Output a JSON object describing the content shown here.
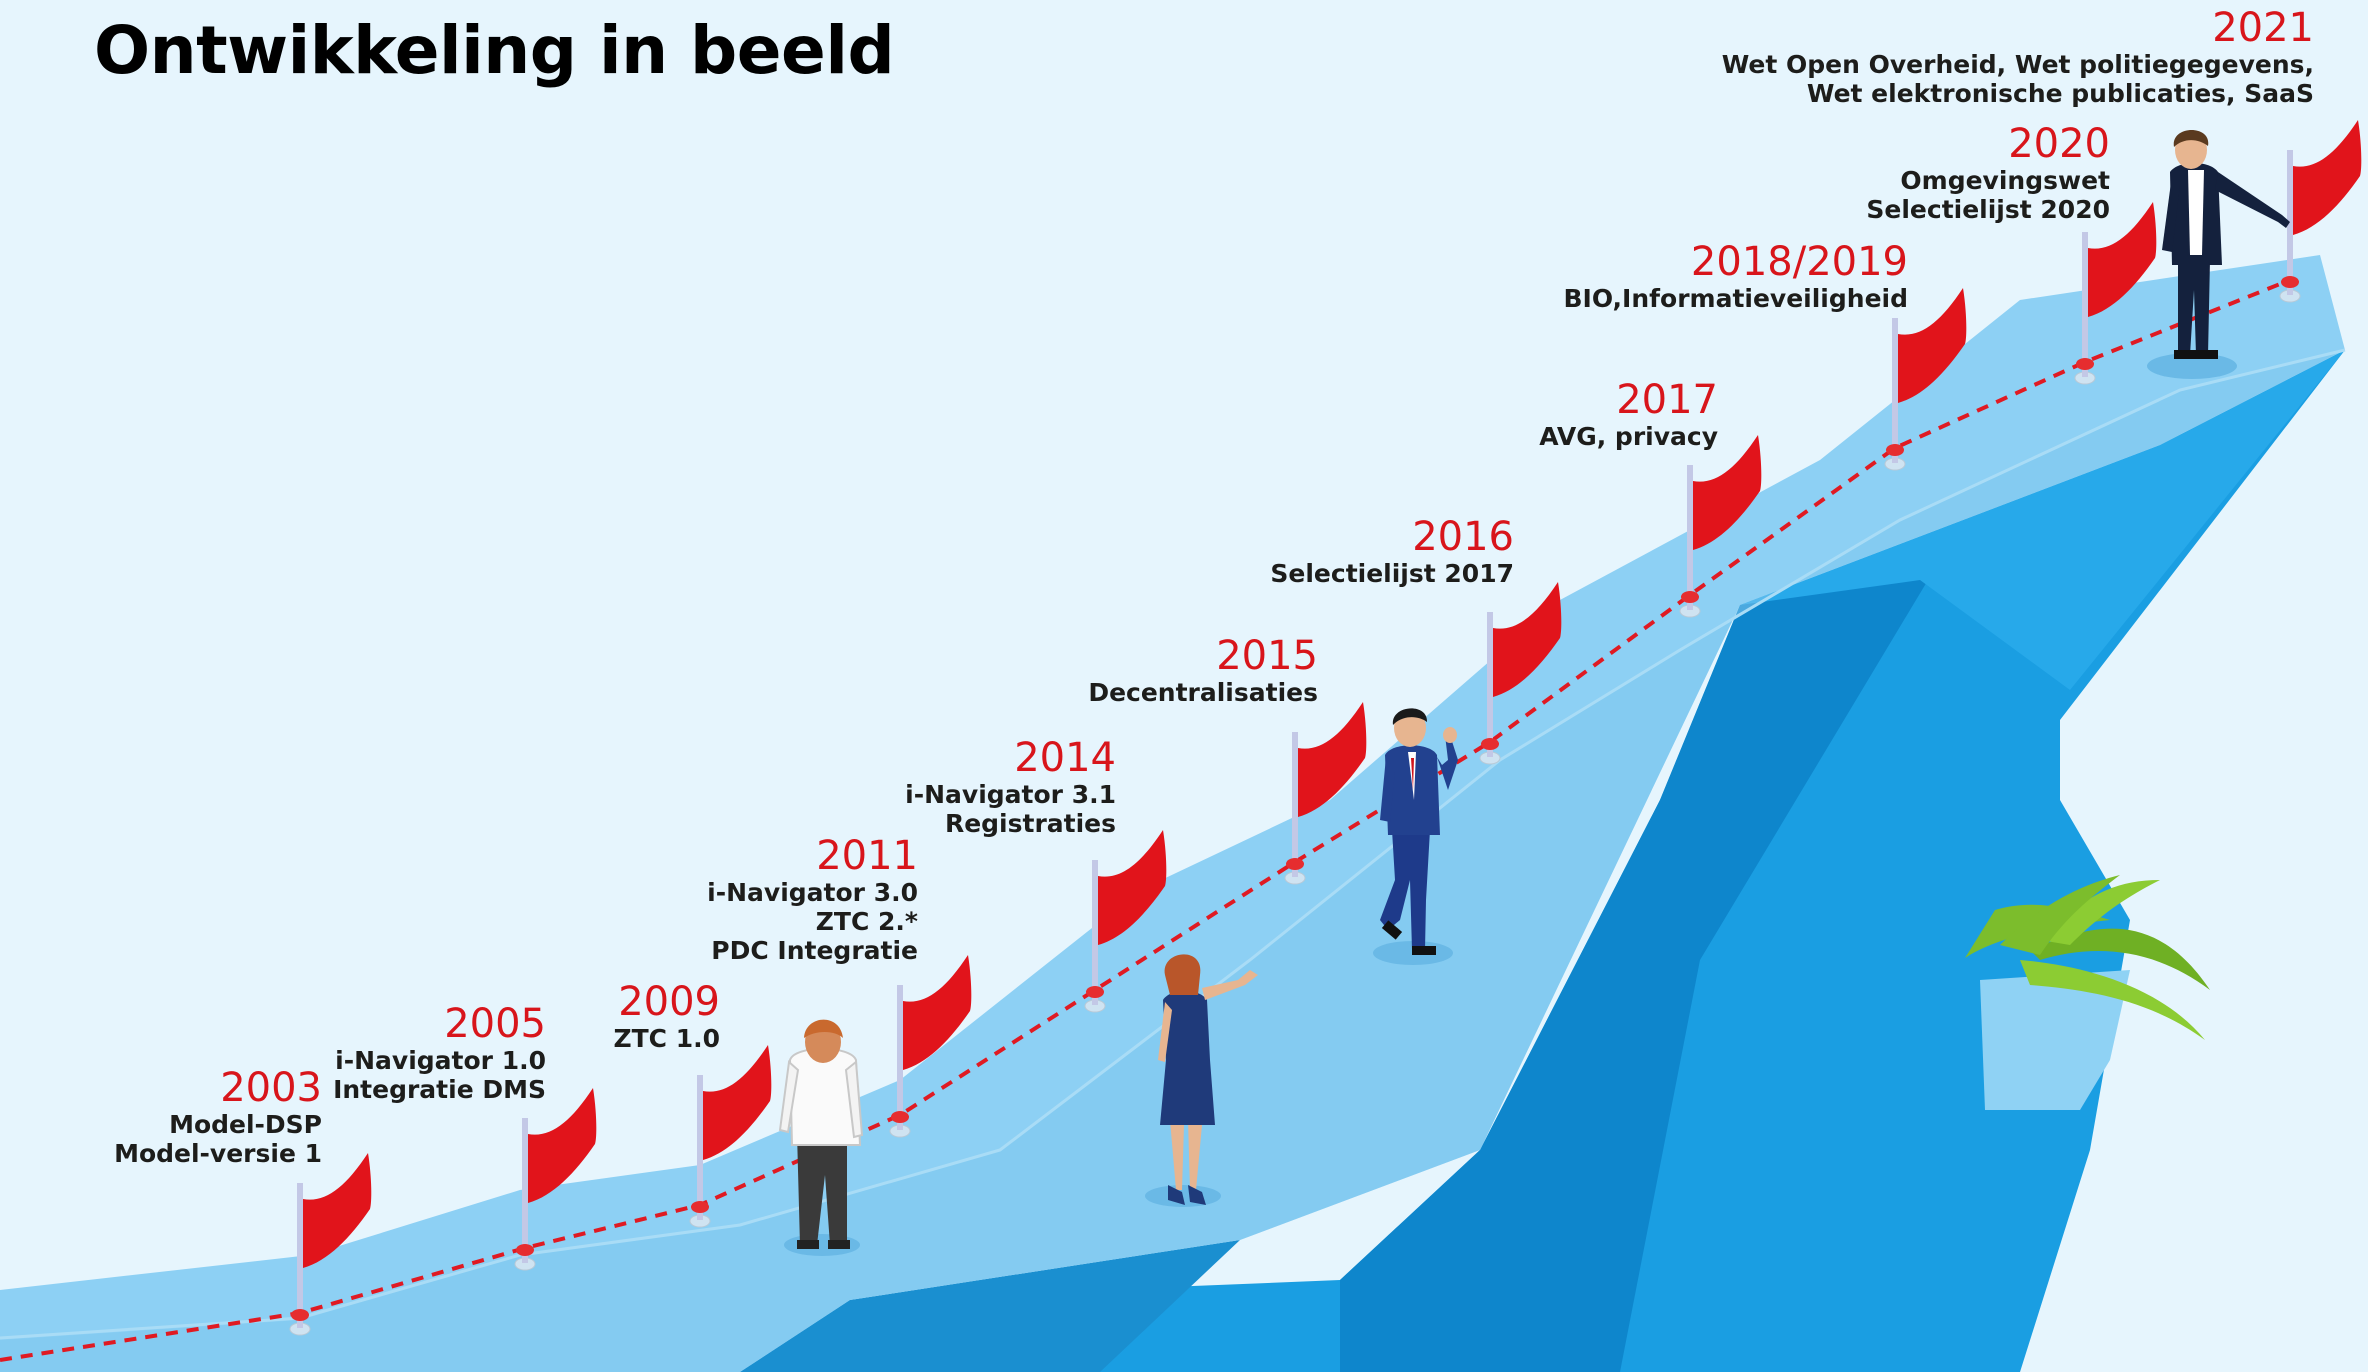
{
  "title": "Ontwikkeling in beeld",
  "colors": {
    "background": "#e6f5fd",
    "path_top": "#8dd0f4",
    "cliff": "#1a9ee2",
    "cliff_dark": "#0d84c9",
    "flag": "#e1141b",
    "year_text": "#d8151b",
    "dashed_route": "#e01a22",
    "plant": "#7cbd2c"
  },
  "milestones": [
    {
      "year": "2003",
      "lines": [
        "Model-DSP",
        "Model-versie 1"
      ]
    },
    {
      "year": "2005",
      "lines": [
        "i-Navigator 1.0",
        "Integratie DMS"
      ]
    },
    {
      "year": "2009",
      "lines": [
        "ZTC 1.0"
      ]
    },
    {
      "year": "2011",
      "lines": [
        "i-Navigator 3.0",
        "ZTC 2.*",
        "PDC Integratie"
      ]
    },
    {
      "year": "2014",
      "lines": [
        "i-Navigator 3.1",
        "Registraties"
      ]
    },
    {
      "year": "2015",
      "lines": [
        "Decentralisaties"
      ]
    },
    {
      "year": "2016",
      "lines": [
        "Selectielijst 2017"
      ]
    },
    {
      "year": "2017",
      "lines": [
        "AVG, privacy"
      ]
    },
    {
      "year": "2018/2019",
      "lines": [
        "BIO,Informatieveiligheid"
      ]
    },
    {
      "year": "2020",
      "lines": [
        "Omgevingswet",
        "Selectielijst 2020"
      ]
    },
    {
      "year": "2021",
      "lines": [
        "Wet Open Overheid, Wet politiegegevens,",
        "Wet elektronische publicaties, SaaS"
      ]
    }
  ],
  "figures": [
    {
      "name": "man-white-shirt-figure"
    },
    {
      "name": "woman-navy-dress-figure"
    },
    {
      "name": "man-blue-suit-figure"
    },
    {
      "name": "man-summit-figure"
    }
  ],
  "icons": [
    "flag-icon",
    "plant-icon"
  ]
}
